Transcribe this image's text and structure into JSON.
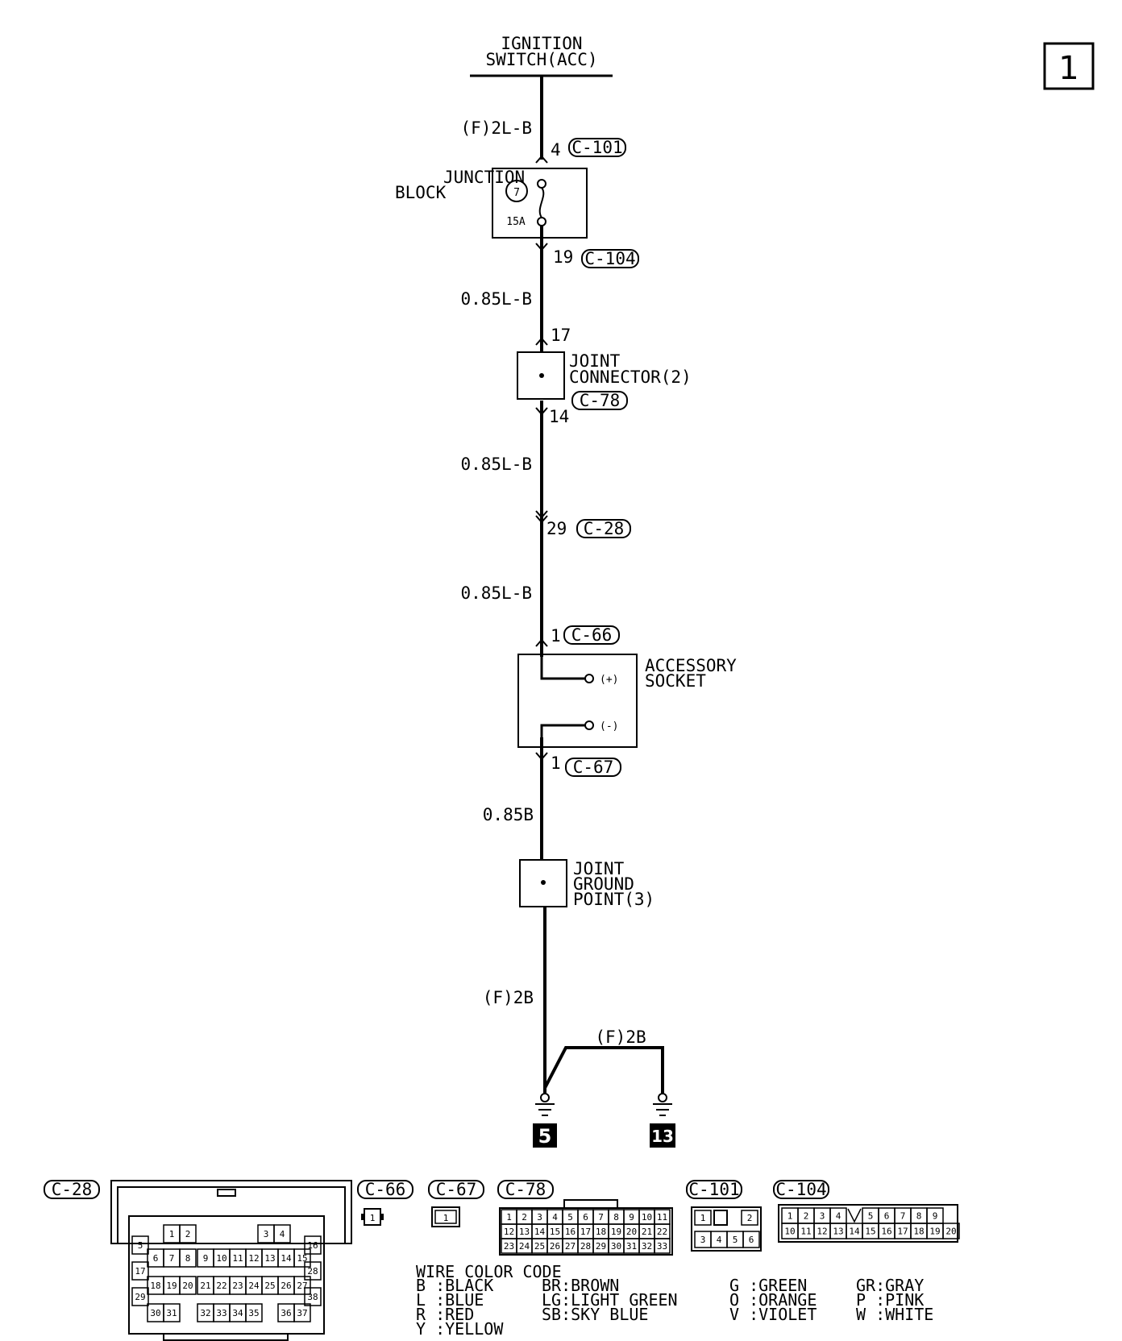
{
  "page_number": "1",
  "source": {
    "line1": "IGNITION",
    "line2": "SWITCH(ACC)"
  },
  "wires": {
    "w1": "(F)2L-B",
    "w2": "0.85L-B",
    "w3": "0.85L-B",
    "w4": "0.85L-B",
    "w5": "0.85B",
    "w6": "(F)2B",
    "w7": "(F)2B"
  },
  "pins": {
    "c101": "4",
    "c104": "19",
    "c78_in": "17",
    "c78_out": "14",
    "c28": "29",
    "c66": "1",
    "c67": "1"
  },
  "connector_ids": {
    "c101": "C-101",
    "c104": "C-104",
    "c78": "C-78",
    "c28": "C-28",
    "c66": "C-66",
    "c67": "C-67"
  },
  "components": {
    "junction_block": {
      "line1": "JUNCTION",
      "line2": "BLOCK",
      "fuse_no": "7",
      "fuse_rating": "15A"
    },
    "joint_connector": {
      "line1": "JOINT",
      "line2": "CONNECTOR(2)"
    },
    "accessory_socket": {
      "line1": "ACCESSORY",
      "line2": "SOCKET",
      "plus": "(+)",
      "minus": "(-)"
    },
    "joint_ground": {
      "line1": "JOINT",
      "line2": "GROUND",
      "line3": "POINT(3)"
    }
  },
  "grounds": [
    "5",
    "13"
  ],
  "connector_views": {
    "c28": {
      "rows": [
        [
          "1",
          "2",
          "3",
          "4"
        ],
        [
          "5",
          "16"
        ],
        [
          "6",
          "7",
          "8",
          "9",
          "10",
          "11",
          "12",
          "13",
          "14",
          "15"
        ],
        [
          "17",
          "28"
        ],
        [
          "18",
          "19",
          "20",
          "21",
          "22",
          "23",
          "24",
          "25",
          "26",
          "27"
        ],
        [
          "29",
          "38"
        ],
        [
          "30",
          "31",
          "32",
          "33",
          "34",
          "35",
          "36",
          "37"
        ]
      ]
    },
    "c66": "1",
    "c67": "1",
    "c78": {
      "row1": [
        "1",
        "2",
        "3",
        "4",
        "5",
        "6",
        "7",
        "8",
        "9",
        "10",
        "11"
      ],
      "row2": [
        "12",
        "13",
        "14",
        "15",
        "16",
        "17",
        "18",
        "19",
        "20",
        "21",
        "22"
      ],
      "row3": [
        "23",
        "24",
        "25",
        "26",
        "27",
        "28",
        "29",
        "30",
        "31",
        "32",
        "33"
      ]
    },
    "c101": [
      "1",
      "2",
      "3",
      "4",
      "5",
      "6"
    ],
    "c104": {
      "row1": [
        "1",
        "2",
        "3",
        "4",
        "5",
        "6",
        "7",
        "8",
        "9"
      ],
      "row2": [
        "10",
        "11",
        "12",
        "13",
        "14",
        "15",
        "16",
        "17",
        "18",
        "19",
        "20"
      ]
    }
  },
  "legend": {
    "title": "WIRE COLOR CODE",
    "items": [
      "B :BLACK",
      "L :BLUE",
      "R :RED",
      "Y :YELLOW",
      "BR:BROWN",
      "LG:LIGHT GREEN",
      "SB:SKY BLUE",
      "G :GREEN",
      "O :ORANGE",
      "V :VIOLET",
      "GR:GRAY",
      "P :PINK",
      "W :WHITE"
    ]
  }
}
